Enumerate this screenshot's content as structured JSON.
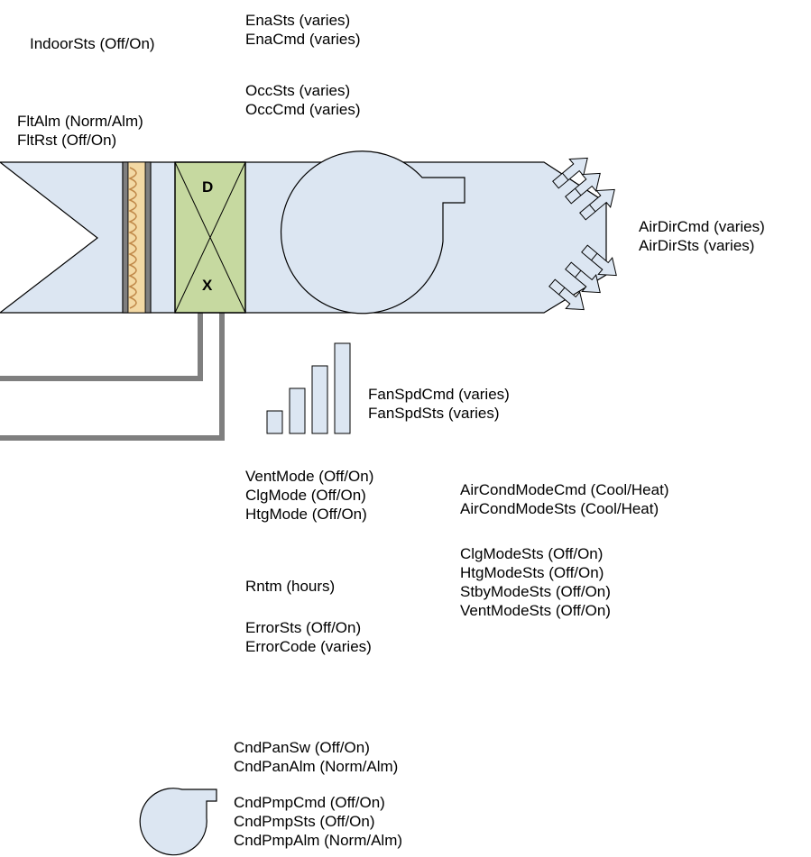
{
  "colors": {
    "duct_fill": "#dce6f2",
    "stroke": "#000000",
    "filter_fill": "#f3d9a4",
    "filter_wave": "#c0894a",
    "filter_frame": "#7f7f7f",
    "dx_fill": "#c6d9a0",
    "pipe": "#7f7f7f"
  },
  "labels": {
    "indoor": [
      "IndoorSts (Off/On)"
    ],
    "filter": [
      "FltAlm (Norm/Alm)",
      "FltRst (Off/On)"
    ],
    "enable": [
      "EnaSts (varies)",
      "EnaCmd (varies)"
    ],
    "occupancy": [
      "OccSts (varies)",
      "OccCmd (varies)"
    ],
    "air_direction": [
      "AirDirCmd (varies)",
      "AirDirSts (varies)"
    ],
    "fan_speed": [
      "FanSpdCmd (varies)",
      "FanSpdSts (varies)"
    ],
    "modes": [
      "VentMode (Off/On)",
      "ClgMode (Off/On)",
      "HtgMode (Off/On)"
    ],
    "aircond_mode": [
      "AirCondModeCmd (Cool/Heat)",
      "AirCondModeSts (Cool/Heat)"
    ],
    "mode_status": [
      "ClgModeSts (Off/On)",
      "HtgModeSts (Off/On)",
      "StbyModeSts (Off/On)",
      "VentModeSts (Off/On)"
    ],
    "runtime": [
      "Rntm (hours)"
    ],
    "error": [
      "ErrorSts (Off/On)",
      "ErrorCode (varies)"
    ],
    "condensate_pan": [
      "CndPanSw (Off/On)",
      "CndPanAlm (Norm/Alm)"
    ],
    "condensate_pump": [
      "CndPmpCmd (Off/On)",
      "CndPmpSts (Off/On)",
      "CndPmpAlm (Norm/Alm)"
    ]
  },
  "coil": {
    "top_letter": "D",
    "bottom_letter": "X"
  },
  "icons": {
    "filter": "filter-icon",
    "coil": "dx-coil-icon",
    "fan": "fan-icon",
    "louvers": "air-direction-arrows-icon",
    "fan_speed": "fan-speed-bars-icon",
    "pump": "condensate-pump-icon",
    "pipes": "refrigerant-pipes-icon"
  }
}
